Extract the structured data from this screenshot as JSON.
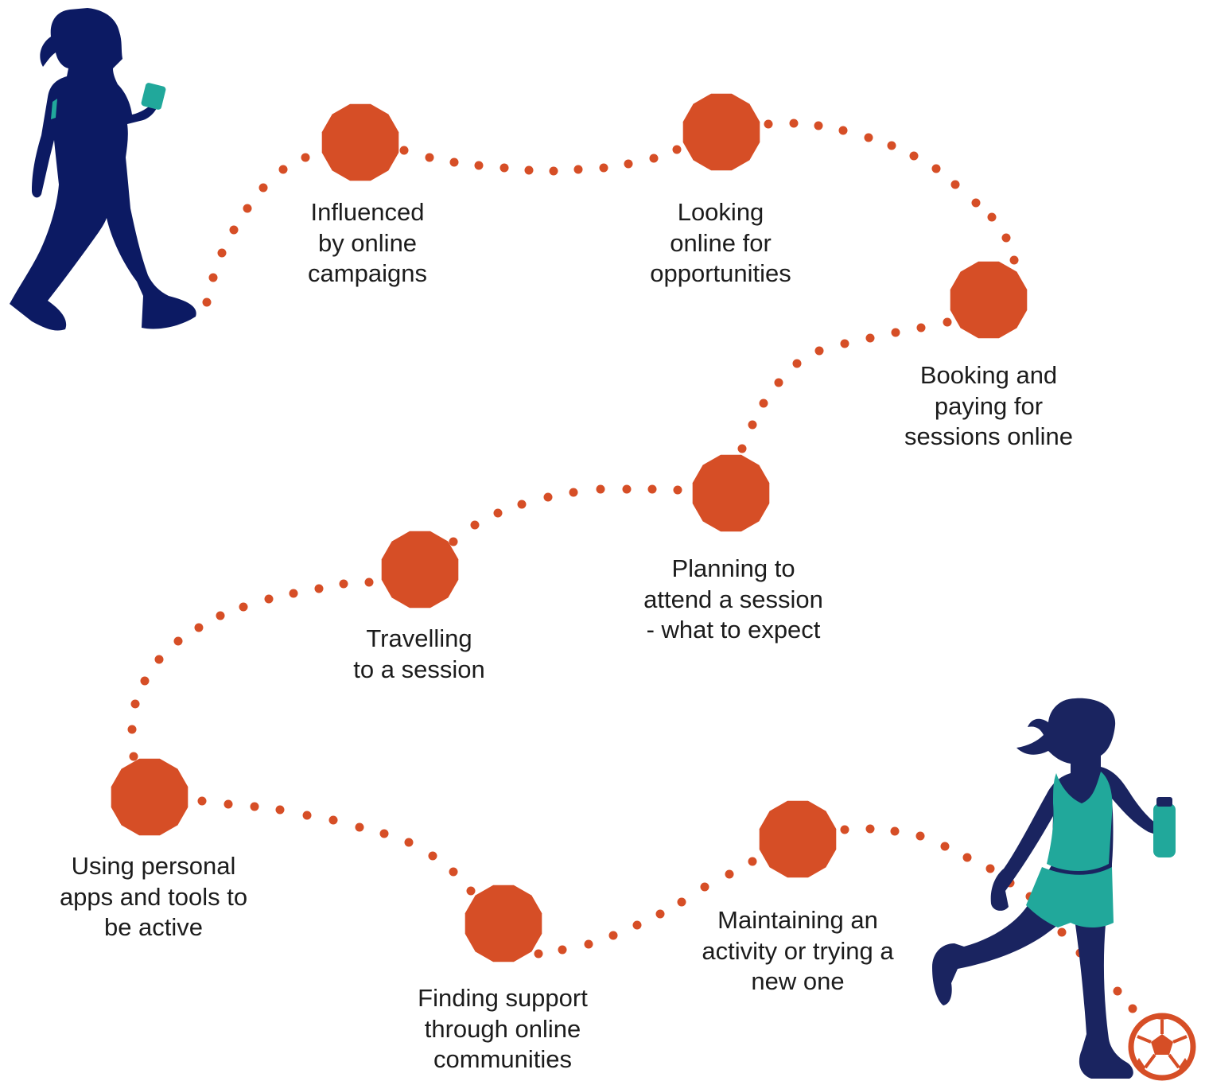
{
  "colors": {
    "accent": "#d64e26",
    "navy": "#0c1a63",
    "navy_dark": "#1a2460",
    "teal": "#21a89b",
    "text": "#1c1c1c"
  },
  "steps": [
    {
      "id": "influenced",
      "label": "Influenced\nby online\ncampaigns"
    },
    {
      "id": "looking",
      "label": "Looking\nonline for\nopportunities"
    },
    {
      "id": "booking",
      "label": "Booking and\npaying for\nsessions online"
    },
    {
      "id": "planning",
      "label": "Planning to\nattend a session\n- what to expect"
    },
    {
      "id": "travelling",
      "label": "Travelling\nto a session"
    },
    {
      "id": "personal-apps",
      "label": "Using personal\napps and tools to\nbe active"
    },
    {
      "id": "support",
      "label": "Finding support\nthrough online\ncommunities"
    },
    {
      "id": "maintaining",
      "label": "Maintaining an\nactivity or trying a\nnew one"
    }
  ],
  "icons": {
    "start": "woman-walking-with-phone-icon",
    "end": "woman-running-with-water-bottle-icon",
    "ball": "football-icon"
  }
}
